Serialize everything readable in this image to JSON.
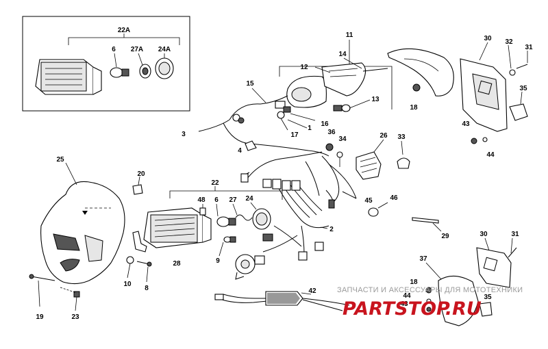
{
  "labels": {
    "l22A": "22A",
    "l6a": "6",
    "l27A": "27A",
    "l24A": "24A",
    "l11": "11",
    "l12": "12",
    "l14": "14",
    "l15": "15",
    "l13": "13",
    "l16": "16",
    "l1": "1",
    "l17": "17",
    "l3": "3",
    "l4": "4",
    "l36": "36",
    "l34": "34",
    "l26": "26",
    "l33": "33",
    "l30a": "30",
    "l32": "32",
    "l31a": "31",
    "l35a": "35",
    "l18a": "18",
    "l43a": "43",
    "l44a": "44",
    "l25": "25",
    "l20": "20",
    "l22": "22",
    "l48": "48",
    "l6b": "6",
    "l27": "27",
    "l24": "24",
    "l2": "2",
    "l45": "45",
    "l46": "46",
    "l29": "29",
    "l30b": "30",
    "l31b": "31",
    "l37": "37",
    "l9": "9",
    "l28": "28",
    "l10": "10",
    "l8": "8",
    "l19": "19",
    "l23": "23",
    "l42": "42",
    "l18b": "18",
    "l44b": "44",
    "l35b": "35",
    "l43b": "43"
  },
  "watermark": {
    "tagline": "ЗАПЧАСТИ И АКСЕССУАРЫ ДЛЯ МОТОТЕХНИКИ",
    "brand": "PARTSTOP.RU",
    "brand_color": "#c8141e",
    "tagline_color": "#9a9a9a"
  }
}
